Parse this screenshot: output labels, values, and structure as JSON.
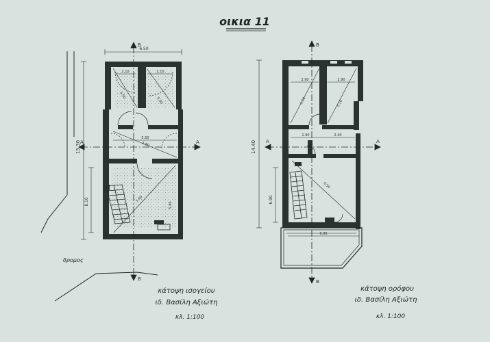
{
  "title": "οικια 11",
  "street_label": "δρομος",
  "section_marks": {
    "a": "A",
    "b": "B"
  },
  "plan_ground": {
    "caption_line1": "κάτοψη ισογείου",
    "caption_line2": "ιδ. Βασίλη Αξιώτη",
    "scale": "κλ. 1:100",
    "dims": {
      "width_top": "6.50",
      "height_total": "15.30",
      "height_lower": "8.10",
      "room_tl": "2.10",
      "room_tr": "2.10",
      "diag_tl": "5.50",
      "diag_tr": "5.50",
      "mid_width": "5.50",
      "mid_diag": "5.80",
      "diag_big": "7.40",
      "lower_inner": "5.80"
    }
  },
  "plan_upper": {
    "caption_line1": "κάτοψη ορόφου",
    "caption_line2": "ιδ. Βασίλη Αξιώτη",
    "scale": "κλ. 1:100",
    "dims": {
      "height_total": "14.40",
      "height_lower": "6.90",
      "room_tl": "2.90",
      "room_tr": "2.90",
      "diag_tl": "5.50",
      "diag_tr": "5.10",
      "mid_left": "2.90",
      "mid_right": "2.40",
      "diag_big": "6.50",
      "balcony_width": "6.90"
    }
  }
}
